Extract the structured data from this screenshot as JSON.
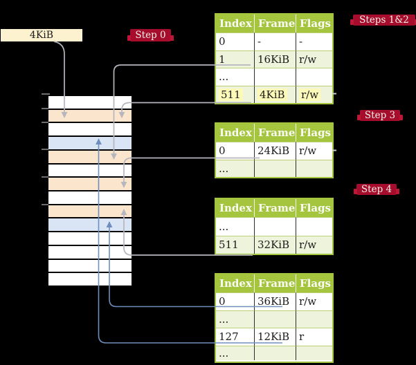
{
  "colors": {
    "background": "#000000",
    "table_header_green": "#a5c53e",
    "table_row_green": "#eef3dc",
    "highlight_yellow": "#fdf9b9",
    "badge_red": "#a60d2c",
    "label_cream": "#fdf2d0",
    "memory_frame_peach": "#fce5cd",
    "memory_page_blue": "#d9e4f5",
    "arrow_gray": "#b6b6bf",
    "arrow_blue": "#6e8fbe"
  },
  "size_label": "4KiB",
  "badges": {
    "step0": "Step 0",
    "steps12": "Steps 1&2",
    "step3": "Step 3",
    "step4": "Step 4"
  },
  "tables": [
    {
      "id": "table-steps-1-2",
      "headers": [
        "Index",
        "Frame",
        "Flags"
      ],
      "rows": [
        {
          "cells": [
            "0",
            "-",
            "-"
          ],
          "highlight": false
        },
        {
          "cells": [
            "1",
            "16KiB",
            "r/w"
          ],
          "highlight": false
        },
        {
          "cells": [
            "...",
            "",
            ""
          ],
          "highlight": false
        },
        {
          "cells": [
            "511",
            "4KiB",
            "r/w"
          ],
          "highlight": true
        }
      ]
    },
    {
      "id": "table-step-3",
      "headers": [
        "Index",
        "Frame",
        "Flags"
      ],
      "rows": [
        {
          "cells": [
            "0",
            "24KiB",
            "r/w"
          ],
          "highlight": false
        },
        {
          "cells": [
            "...",
            "",
            ""
          ],
          "highlight": false
        }
      ]
    },
    {
      "id": "table-step-4-upper",
      "headers": [
        "Index",
        "Frame",
        "Flags"
      ],
      "rows": [
        {
          "cells": [
            "...",
            "",
            ""
          ],
          "highlight": false
        },
        {
          "cells": [
            "511",
            "32KiB",
            "r/w"
          ],
          "highlight": false
        }
      ]
    },
    {
      "id": "table-step-4-lower",
      "headers": [
        "Index",
        "Frame",
        "Flags"
      ],
      "rows": [
        {
          "cells": [
            "0",
            "36KiB",
            "r/w"
          ],
          "highlight": false
        },
        {
          "cells": [
            "...",
            "",
            ""
          ],
          "highlight": false
        },
        {
          "cells": [
            "127",
            "12KiB",
            "r"
          ],
          "highlight": false
        },
        {
          "cells": [
            "...",
            "",
            ""
          ],
          "highlight": false
        }
      ]
    }
  ],
  "memory": {
    "rows": [
      {
        "css": "mem-row frame-free"
      },
      {
        "css": "mem-row frame-table"
      },
      {
        "css": "mem-row frame-free"
      },
      {
        "css": "mem-row frame-page"
      },
      {
        "css": "mem-row frame-table"
      },
      {
        "css": "mem-row frame-free"
      },
      {
        "css": "mem-row frame-table"
      },
      {
        "css": "mem-row frame-free"
      },
      {
        "css": "mem-row frame-table"
      },
      {
        "css": "mem-row frame-page"
      },
      {
        "css": "mem-row frame-free"
      },
      {
        "css": "mem-row frame-free"
      },
      {
        "css": "mem-row frame-free"
      },
      {
        "css": "mem-row frame-free"
      }
    ]
  }
}
